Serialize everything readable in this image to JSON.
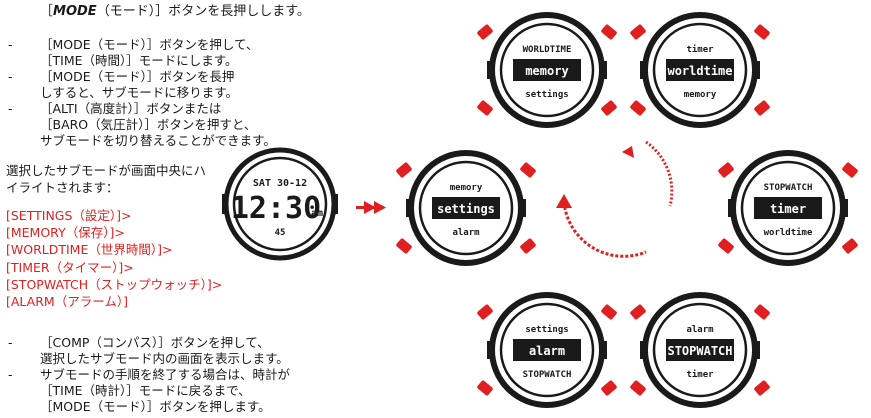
{
  "instructions": {
    "top_line_button": "MODE",
    "top_line_rest": "（モード）］ボタンを長押しします。",
    "top_line_open": "［",
    "bullets_1": [
      "［MODE（モード）］ボタンを押して、\n［TIME（時間）］モードにします。",
      "［MODE（モード）］ボタンを長押\nしすると、サブモードに移ります。",
      "［ALTI（高度計）］ボタンまたは\n［BARO（気圧計）］ボタンを押すと、\nサブモードを切り替えることができます。"
    ],
    "intro": "選択したサブモードが画面中央にハイライトされます：",
    "submodes": [
      "[SETTINGS（設定）]>",
      "[MEMORY（保存）]>",
      "[WORLDTIME（世界時間）]>",
      "[TIMER（タイマー）]>",
      "[STOPWATCH（ストップウォッチ）]>",
      "[ALARM（アラーム）]"
    ],
    "bullets_2": [
      "［COMP（コンパス）］ボタンを押して、\n選択したサブモード内の画面を表示します。",
      "サブモードの手順を終了する場合は、時計が\n［TIME（時計）］モードに戻るまで、\n［MODE（モード）］ボタンを押します。"
    ]
  },
  "time_watch": {
    "date": "SAT 30-12",
    "time": "12:30",
    "ampm": "am",
    "seconds": "45"
  },
  "watches": [
    {
      "top": "WORLDTIME",
      "mid": "memory",
      "bot": "settings"
    },
    {
      "top": "timer",
      "mid": "worldtime",
      "bot": "memory"
    },
    {
      "top": "memory",
      "mid": "settings",
      "bot": "alarm"
    },
    {
      "top": "STOPWATCH",
      "mid": "timer",
      "bot": "worldtime"
    },
    {
      "top": "settings",
      "mid": "alarm",
      "bot": "STOPWATCH"
    },
    {
      "top": "alarm",
      "mid": "STOPWATCH",
      "bot": "timer"
    }
  ],
  "colors": {
    "accent": "#e02020",
    "bezel": "#1a1a1a",
    "text": "#1a1a1a"
  }
}
